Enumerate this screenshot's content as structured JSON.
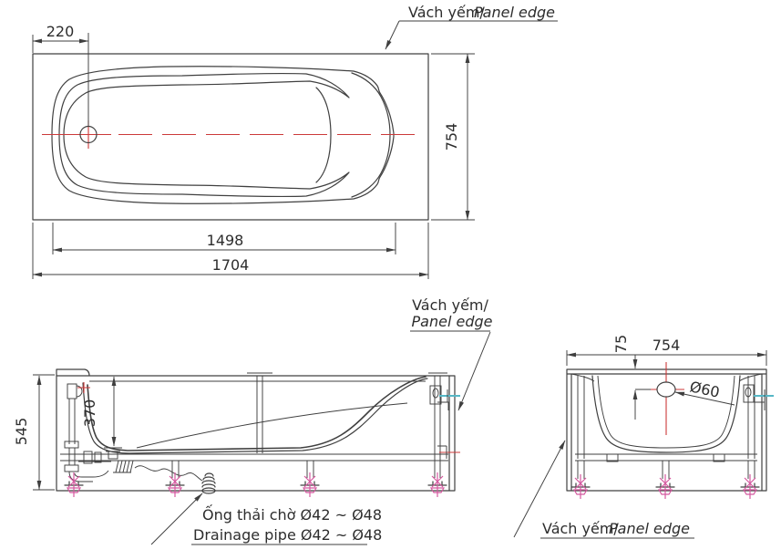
{
  "labels": {
    "top": {
      "vi": "Vách yếm/",
      "en": " Panel edge"
    },
    "side": {
      "vi": "Vách yếm/",
      "en": "Panel edge"
    },
    "end": {
      "vi": "Vách yếm/",
      "en": " Panel edge"
    }
  },
  "dimensions": {
    "top_view": {
      "drain_offset": "220",
      "width": "754",
      "inner_length": "1498",
      "overall_length": "1704"
    },
    "side_view": {
      "overall_height": "545",
      "inner_depth": "370"
    },
    "end_view": {
      "rim_to_overflow": "75",
      "overall_width": "754",
      "overflow_diameter": "Ø60"
    }
  },
  "notes": {
    "drainage_vi": "Ống thải chờ Ø42 ~ Ø48",
    "drainage_en": "Drainage pipe Ø42 ~ Ø48"
  },
  "colors": {
    "line": "#404040",
    "centerline_red": "#cc3a3a",
    "foot_magenta": "#d4589f",
    "marker_cyan": "#56b7c6"
  }
}
